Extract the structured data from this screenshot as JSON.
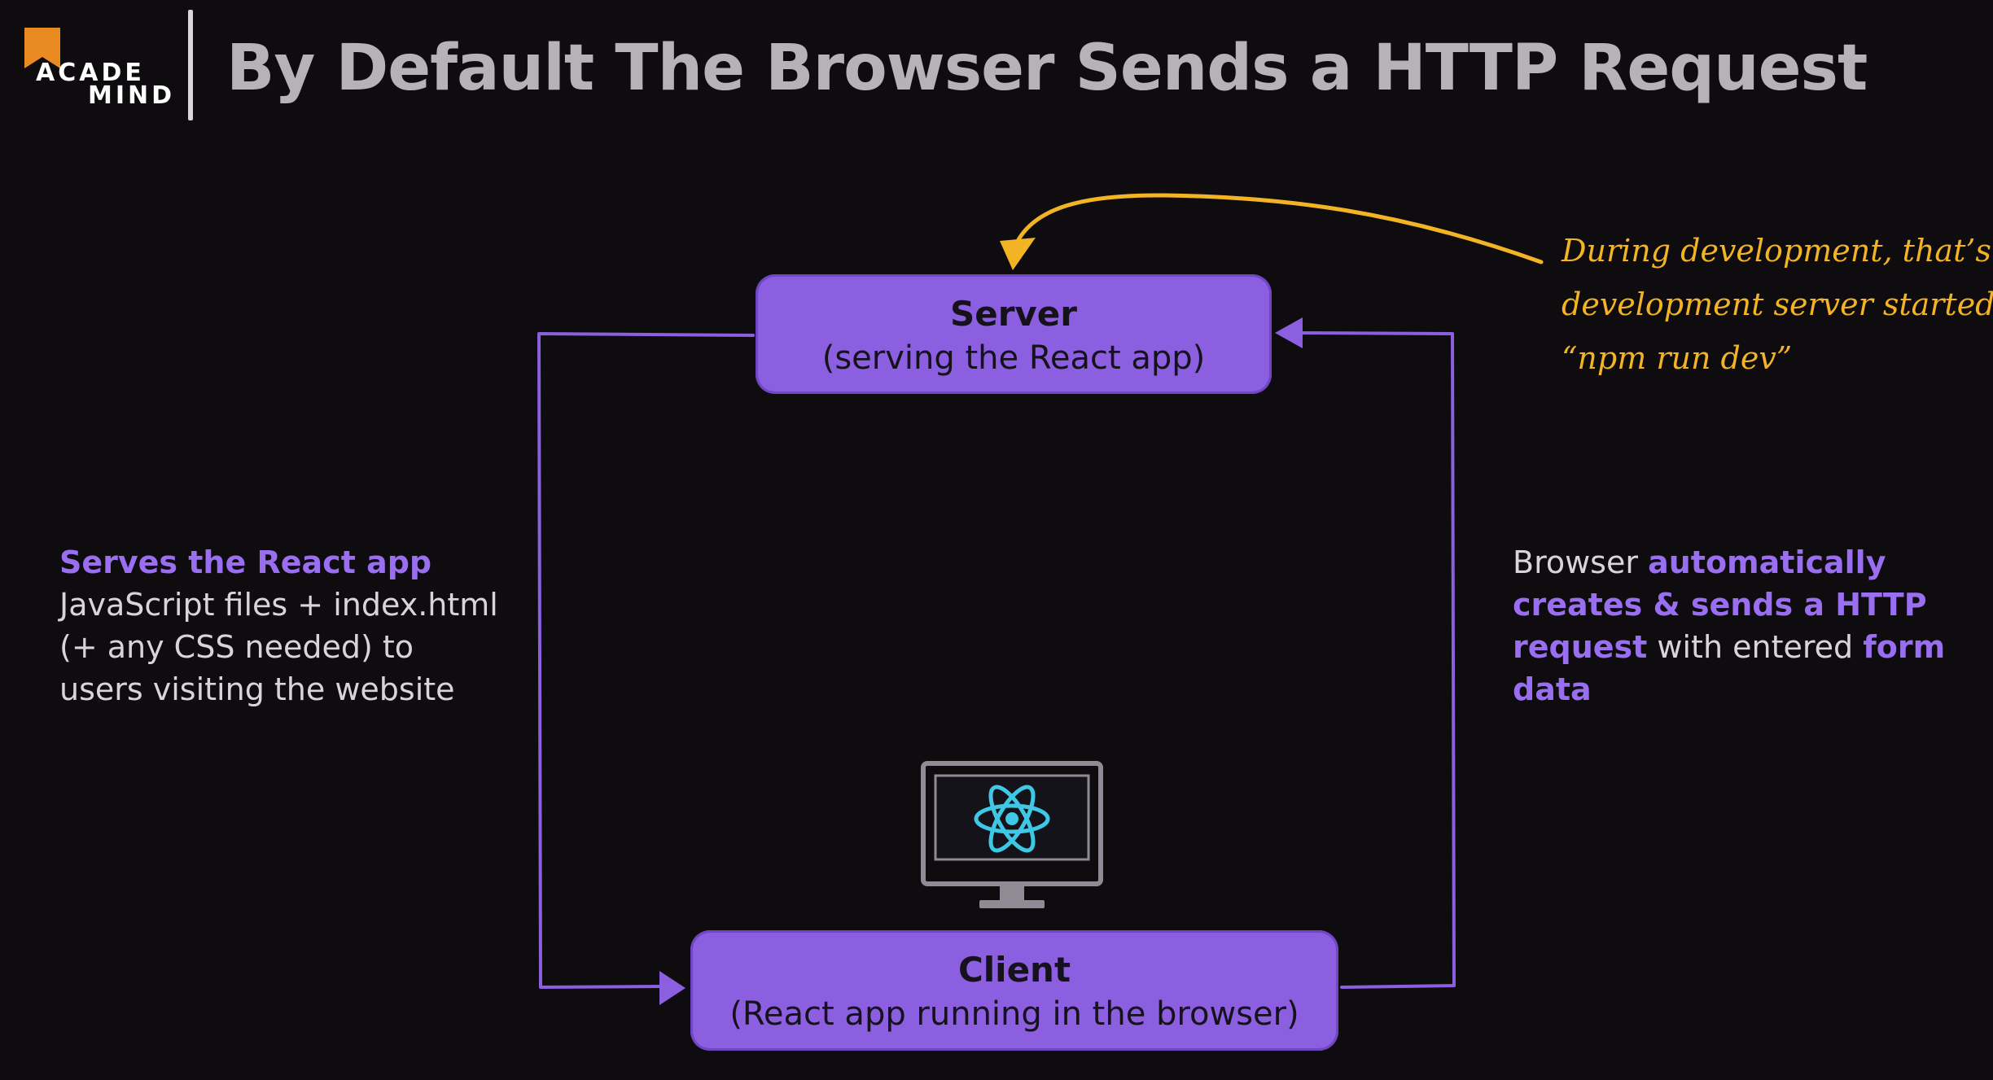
{
  "header": {
    "logo_line1": "ACADE",
    "logo_line2": "MIND",
    "title": "By Default The Browser Sends a HTTP Request"
  },
  "nodes": {
    "server": {
      "title": "Server",
      "subtitle": "(serving the React app)"
    },
    "client": {
      "title": "Client",
      "subtitle": "(React app running in the browser)"
    }
  },
  "annotations": {
    "left": {
      "highlight": "Serves the React app",
      "line1": "JavaScript files + index.html",
      "line2": "(+ any CSS needed) to",
      "line3": "users visiting the website"
    },
    "right": {
      "t1": "Browser ",
      "h1": "automatically creates & sends a HTTP request",
      "t2": " with entered ",
      "h2": "form data"
    },
    "dev_note": {
      "line1": "During development, that’s the",
      "line2": "development server started via",
      "line3": "“npm run dev”"
    }
  },
  "icons": {
    "monitor": "monitor-icon",
    "react": "react-logo-icon"
  },
  "colors": {
    "background": "#0e0c0f",
    "accent_purple": "#8b5fe0",
    "highlight_text": "#9a6ef0",
    "note_yellow": "#f2b325",
    "react_cyan": "#3fc7e6",
    "logo_orange": "#e98a22"
  }
}
